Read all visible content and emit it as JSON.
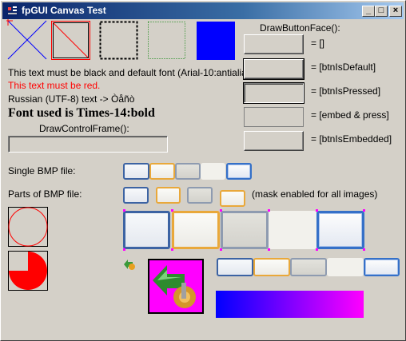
{
  "window": {
    "title": "fpGUI Canvas Test",
    "buttons": {
      "minimize": "_",
      "maximize": "□",
      "close": "×"
    }
  },
  "texts": {
    "black_default": "This text must be black and default font (Arial-10:antialias=true)",
    "red": "This text must be red.",
    "russian": "Russian (UTF-8) text -> Òåñò",
    "times": "Font used is Times-14:bold",
    "draw_control_frame": "DrawControlFrame():",
    "draw_button_face": "DrawButtonFace():",
    "single_bmp": "Single BMP file:",
    "parts_bmp": "Parts of BMP file:",
    "mask_note": "(mask enabled for all images)"
  },
  "button_faces": [
    {
      "label": "= []"
    },
    {
      "label": "= [btnIsDefault]"
    },
    {
      "label": "= [btnIsPressed]"
    },
    {
      "label": "= [embed & press]"
    },
    {
      "label": "= [btnIsEmbedded]"
    }
  ],
  "colors": {
    "title_start": "#0a246a",
    "title_end": "#a6caf0",
    "red": "#ff0000",
    "blue": "#0000ff",
    "green_dotted": "#008000",
    "magenta": "#ff00ff",
    "gradient_start": "#0000ff",
    "gradient_end": "#ff00ff"
  }
}
